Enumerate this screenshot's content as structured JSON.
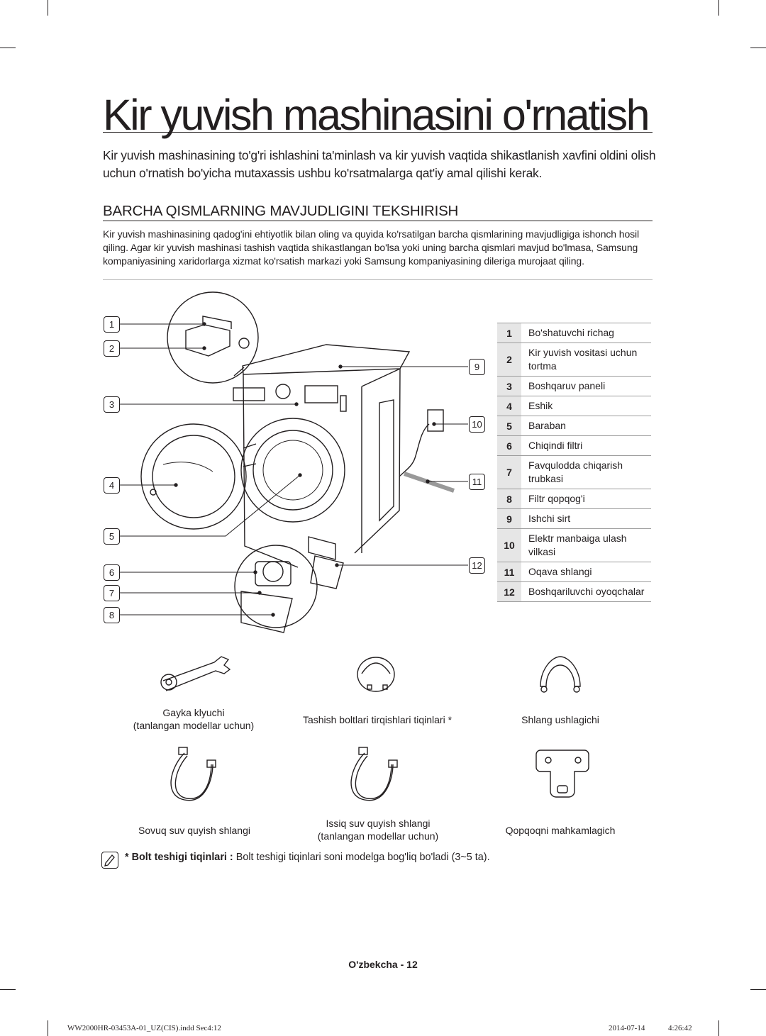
{
  "title": "Kir yuvish mashinasini o'rnatish",
  "intro": "Kir yuvish mashinasining to'g'ri ishlashini ta'minlash va kir yuvish vaqtida shikastlanish xavfini oldini olish uchun o'rnatish bo'yicha mutaxassis ushbu ko'rsatmalarga qat'iy amal qilishi kerak.",
  "section": {
    "heading": "BARCHA QISMLARNING MAVJUDLIGINI TEKSHIRISH",
    "body": "Kir yuvish mashinasining qadog'ini ehtiyotlik bilan oling va quyida ko'rsatilgan barcha qismlarining mavjudligiga ishonch hosil qiling. Agar kir yuvish mashinasi tashish vaqtida shikastlangan bo'lsa yoki uning barcha qismlari mavjud bo'lmasa, Samsung kompaniyasining xaridorlarga xizmat ko'rsatish markazi yoki Samsung kompaniyasining dileriga murojaat qiling."
  },
  "callouts": [
    "1",
    "2",
    "3",
    "4",
    "5",
    "6",
    "7",
    "8",
    "9",
    "10",
    "11",
    "12"
  ],
  "parts": [
    {
      "num": "1",
      "label": "Bo'shatuvchi richag"
    },
    {
      "num": "2",
      "label": "Kir yuvish vositasi uchun tortma"
    },
    {
      "num": "3",
      "label": "Boshqaruv paneli"
    },
    {
      "num": "4",
      "label": "Eshik"
    },
    {
      "num": "5",
      "label": "Baraban"
    },
    {
      "num": "6",
      "label": "Chiqindi filtri"
    },
    {
      "num": "7",
      "label": "Favqulodda chiqarish trubkasi"
    },
    {
      "num": "8",
      "label": "Filtr qopqog'i"
    },
    {
      "num": "9",
      "label": "Ishchi sirt"
    },
    {
      "num": "10",
      "label": "Elektr manbaiga ulash vilkasi"
    },
    {
      "num": "11",
      "label": "Oqava shlangi"
    },
    {
      "num": "12",
      "label": "Boshqariluvchi oyoqchalar"
    }
  ],
  "accessories": {
    "wrench": {
      "line1": "Gayka klyuchi",
      "line2": "(tanlangan modellar uchun)"
    },
    "caps": {
      "line1": "Tashish boltlari tirqishlari tiqinlari *"
    },
    "hose_guide": {
      "line1": "Shlang ushlagichi"
    },
    "cold_hose": {
      "line1": "Sovuq suv quyish shlangi"
    },
    "hot_hose": {
      "line1": "Issiq suv quyish shlangi",
      "line2": "(tanlangan modellar uchun)"
    },
    "cover_holder": {
      "line1": "Qopqoqni mahkamlagich"
    }
  },
  "note": {
    "bold": "* Bolt teshigi tiqinlari :",
    "text": " Bolt teshigi tiqinlari soni modelga bog'liq bo'ladi (3~5 ta)."
  },
  "footer": {
    "page": "O'zbekcha - 12",
    "file": "WW2000HR-03453A-01_UZ(CIS).indd   Sec4:12",
    "date": "2014-07-14",
    "time": "4:26:42"
  }
}
